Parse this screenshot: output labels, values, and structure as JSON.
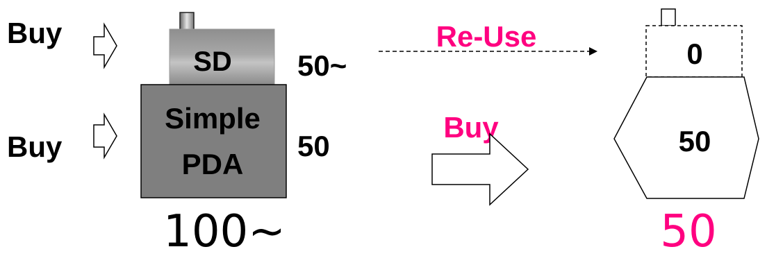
{
  "left": {
    "buy_top_label": "Buy",
    "buy_bottom_label": "Buy",
    "sd_label": "SD",
    "pda_line1": "Simple",
    "pda_line2": "PDA",
    "sd_price": "50~",
    "pda_price": "50",
    "total": "100~"
  },
  "middle": {
    "reuse_label": "Re-Use",
    "buy_label": "Buy"
  },
  "right": {
    "top_value": "0",
    "body_value": "50",
    "total": "50"
  },
  "colors": {
    "accent": "#ff0080",
    "device_gray": "#7f7f7f",
    "sd_gray": "#9a9a9a"
  }
}
